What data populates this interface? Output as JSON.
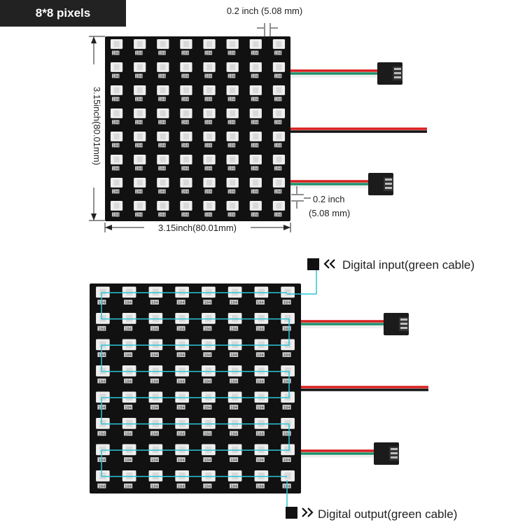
{
  "title": "8*8 pixels",
  "grid": {
    "rows": 8,
    "cols": 8
  },
  "dimensions": {
    "top_pitch": "0.2 inch (5.08 mm)",
    "height": "3.15inch(80.01mm)",
    "width": "3.15inch(80.01mm)",
    "side_pitch_line1": "0.2 inch",
    "side_pitch_line2": "(5.08 mm)"
  },
  "chip_text": "104",
  "flow": {
    "input_label": "Digital input(green cable)",
    "output_label": "Digital output(green cable)"
  },
  "colors": {
    "board": "#111111",
    "led": "#eeeeee",
    "flow_line": "#2ec4d6",
    "wire_red": "#d81e1e",
    "wire_green": "#1f8f6a",
    "wire_white": "#eeeeee",
    "wire_black": "#111111",
    "connector": "#1b1b1b"
  }
}
